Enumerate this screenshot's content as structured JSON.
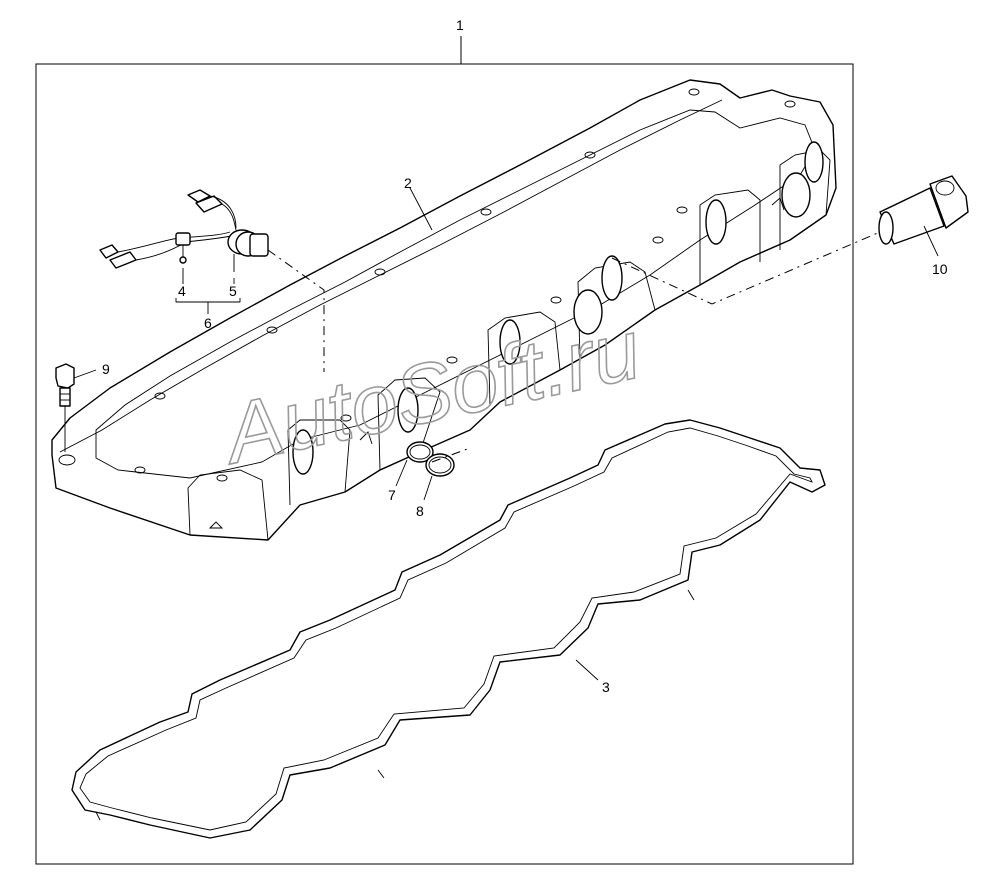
{
  "diagram": {
    "callouts": [
      {
        "id": "1",
        "text": "1"
      },
      {
        "id": "2",
        "text": "2"
      },
      {
        "id": "3",
        "text": "3"
      },
      {
        "id": "4",
        "text": "4"
      },
      {
        "id": "5",
        "text": "5"
      },
      {
        "id": "6",
        "text": "6"
      },
      {
        "id": "7",
        "text": "7"
      },
      {
        "id": "8",
        "text": "8"
      },
      {
        "id": "9",
        "text": "9"
      },
      {
        "id": "10",
        "text": "10"
      }
    ],
    "watermark": "AutoSoft.ru",
    "colors": {
      "line": "#000000",
      "watermark": "#9a9a9a",
      "background": "#ffffff"
    }
  }
}
